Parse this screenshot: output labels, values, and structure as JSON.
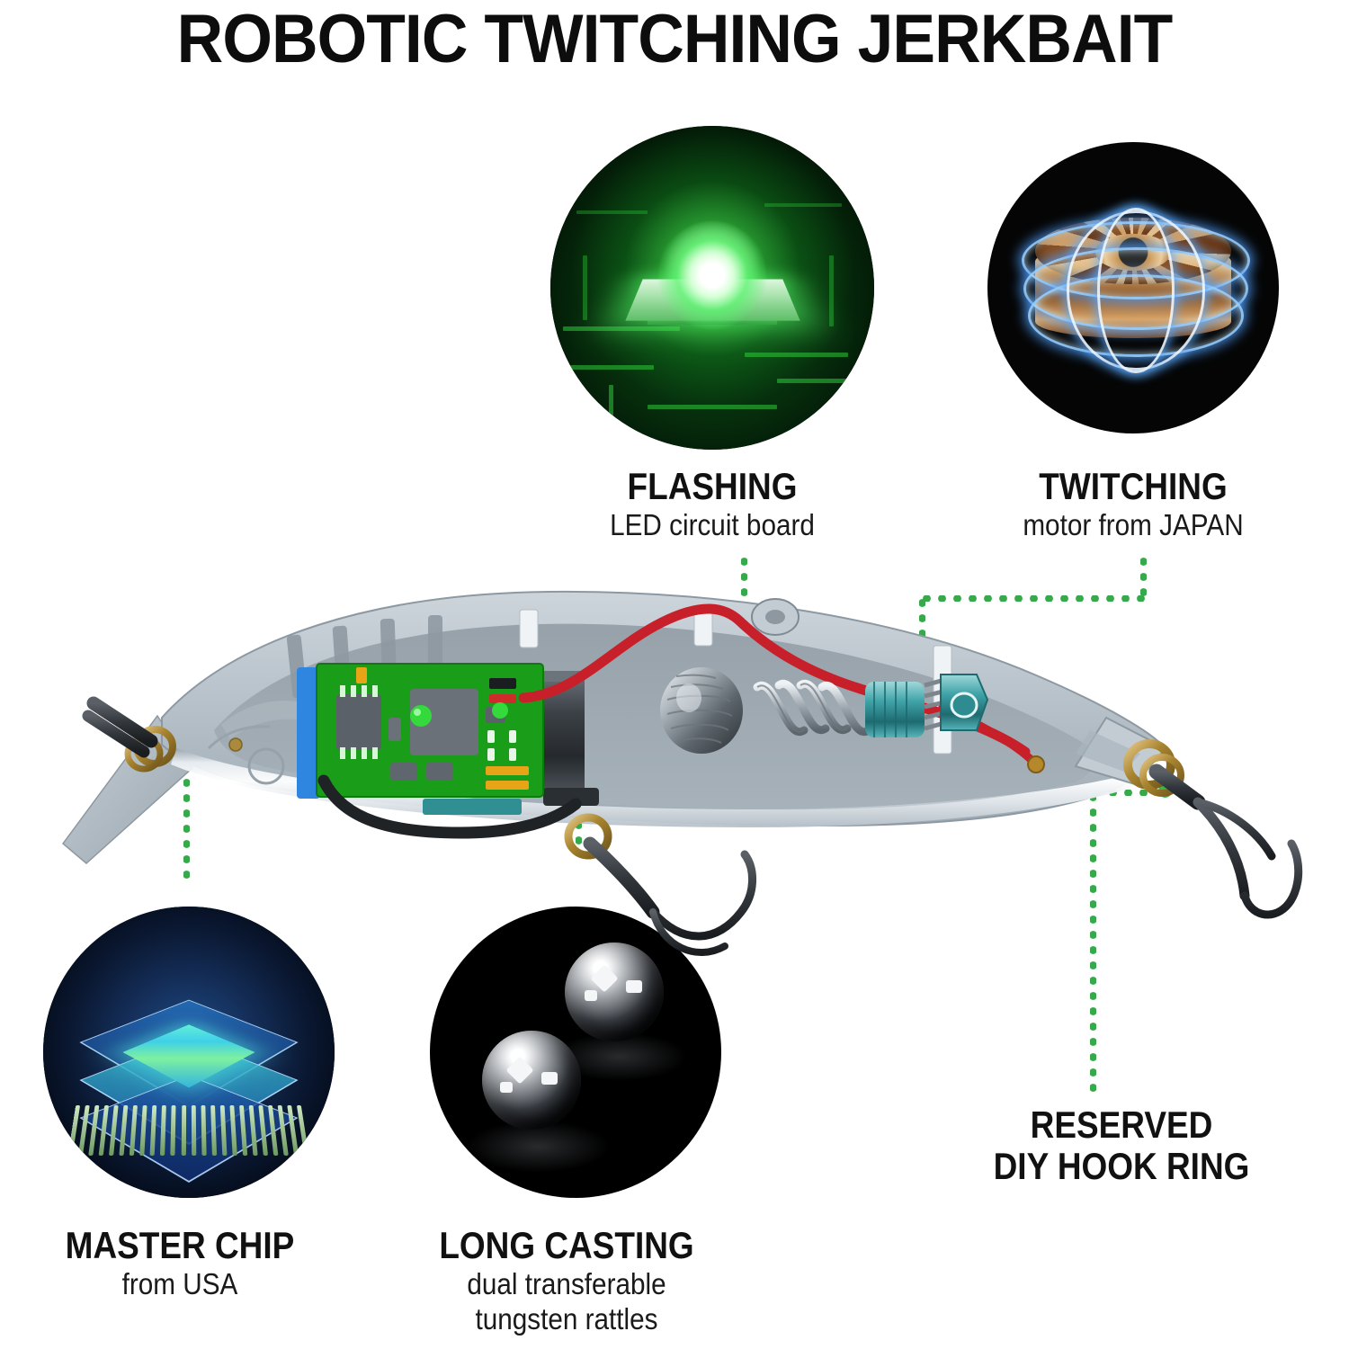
{
  "title": "ROBOTIC TWITCHING JERKBAIT",
  "colors": {
    "accent_green": "#36a94a",
    "anchor_dot": "#2fbd45",
    "text": "#111111",
    "background": "#ffffff",
    "pcb_green": "#1a9e1a",
    "pcb_blue": "#2f86e0",
    "wire_red": "#c8202a",
    "body_silver": "#c2cbd2",
    "motor_teal": "#3fa3a8",
    "brass_ring": "#b99338"
  },
  "callouts": [
    {
      "id": "flashing",
      "heading": "FLASHING",
      "subtitle": "LED circuit board",
      "image": "green-led-chip-on-circuit-board"
    },
    {
      "id": "twitching",
      "heading": "TWITCHING",
      "subtitle": "motor from JAPAN",
      "image": "copper-motor-stator-with-blue-field-lines"
    },
    {
      "id": "master-chip",
      "heading": "MASTER CHIP",
      "subtitle": "from USA",
      "image": "layered-blue-microchip-with-pins"
    },
    {
      "id": "long-casting",
      "heading": "LONG CASTING",
      "subtitle_line1": "dual transferable",
      "subtitle_line2": "tungsten rattles",
      "image": "two-chrome-tungsten-balls-on-black"
    },
    {
      "id": "reserved-hook-ring",
      "heading_line1": "RESERVED",
      "heading_line2": "DIY HOOK RING",
      "image": "treble-hook-with-split-ring"
    }
  ],
  "diagram": {
    "name": "cutaway-fishing-lure",
    "components": [
      "diving-lip",
      "front-line-tie-ring",
      "led-circuit-board",
      "battery",
      "red-power-wire",
      "black-ground-wire",
      "tungsten-rattle-ball",
      "coil-spring",
      "twitching-motor",
      "front-treble-hook",
      "belly-treble-hook",
      "tail-treble-hook",
      "reserved-hook-ring"
    ]
  }
}
